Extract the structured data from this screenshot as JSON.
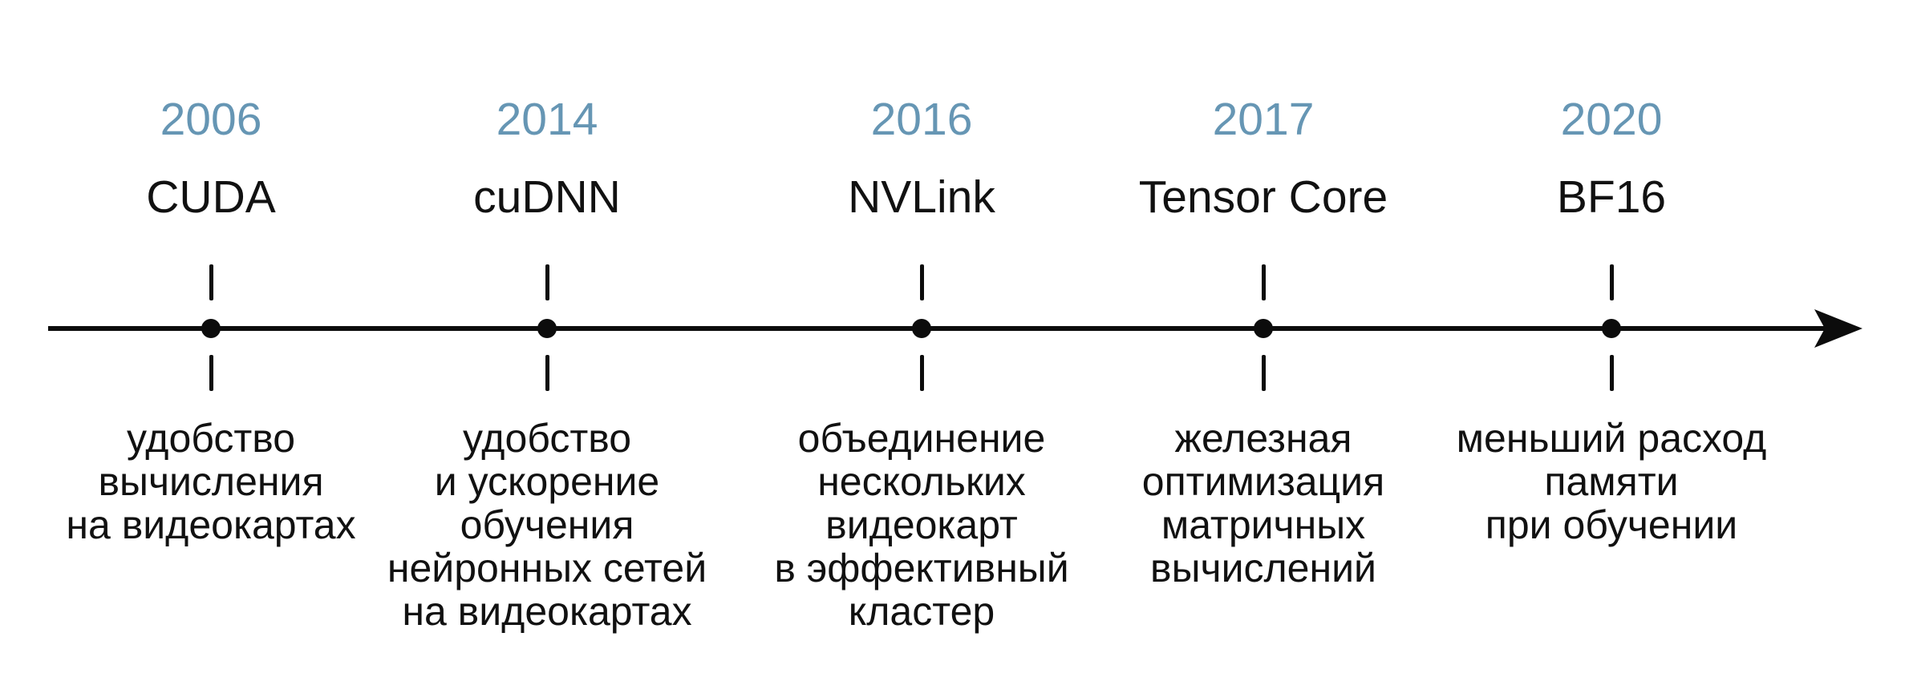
{
  "colors": {
    "background": "#ffffff",
    "axis": "#0c0c0c",
    "text": "#111111",
    "year": "#6696b4"
  },
  "timeline": {
    "type": "horizontal-timeline",
    "axis_direction": "left-to-right",
    "milestones": [
      {
        "year": "2006",
        "name": "CUDA",
        "description": "удобство\nвычисления\nна видеокартах"
      },
      {
        "year": "2014",
        "name": "cuDNN",
        "description": "удобство\nи ускорение\nобучения\nнейронных сетей\nна видеокартах"
      },
      {
        "year": "2016",
        "name": "NVLink",
        "description": "объединение\nнескольких\nвидеокарт\nв эффективный\nкластер"
      },
      {
        "year": "2017",
        "name": "Tensor Core",
        "description": "железная\nоптимизация\nматричных\nвычислений"
      },
      {
        "year": "2020",
        "name": "BF16",
        "description": "меньший расход\nпамяти\nпри обучении"
      }
    ]
  }
}
